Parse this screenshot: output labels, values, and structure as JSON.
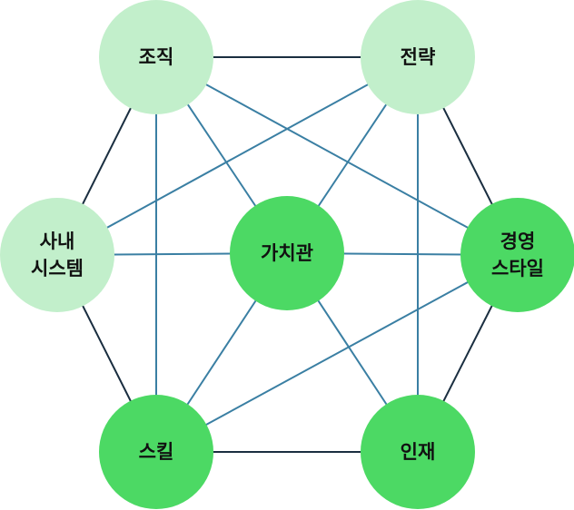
{
  "nodes": {
    "organization": {
      "lines": [
        "조직"
      ],
      "color": "#c2efcb"
    },
    "strategy": {
      "lines": [
        "전략"
      ],
      "color": "#c2efcb"
    },
    "internal_systems": {
      "lines": [
        "사내",
        "시스템"
      ],
      "color": "#c2efcb"
    },
    "shared_values": {
      "lines": [
        "가치관"
      ],
      "color": "#4cd964"
    },
    "management_style": {
      "lines": [
        "경영",
        "스타일"
      ],
      "color": "#4cd964"
    },
    "skills": {
      "lines": [
        "스킬"
      ],
      "color": "#4cd964"
    },
    "staff": {
      "lines": [
        "인재"
      ],
      "color": "#4cd964"
    }
  },
  "colors": {
    "outer_edge": "#1a2e40",
    "inner_edge": "#3a7fa3"
  }
}
